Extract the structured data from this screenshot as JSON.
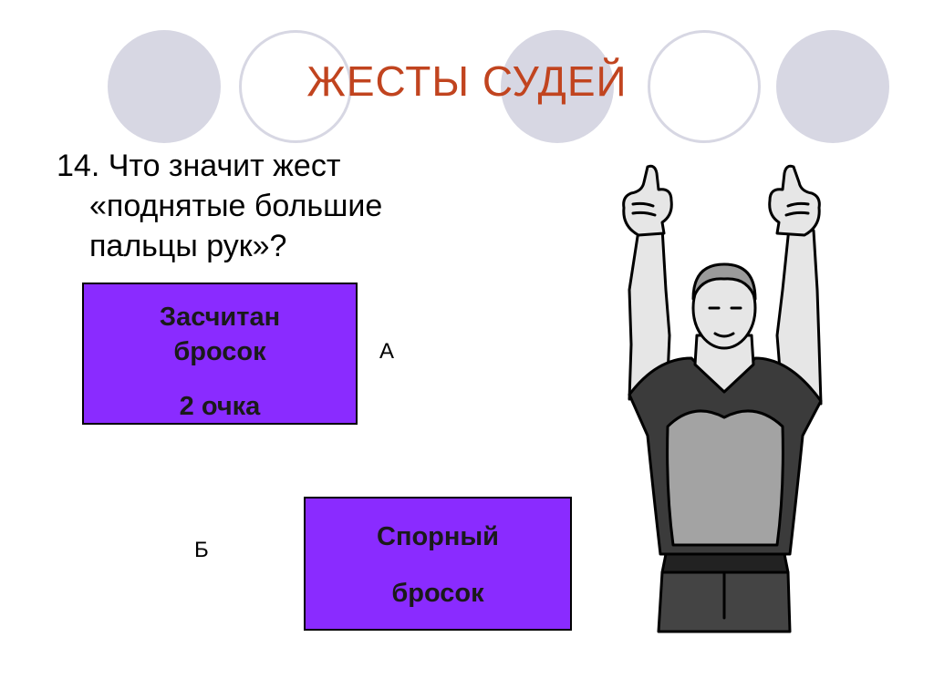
{
  "slide": {
    "title": "ЖЕСТЫ СУДЕЙ",
    "question": {
      "line1": "14. Что значит жест",
      "line2": "«поднятые большие",
      "line3": "пальцы рук»?"
    }
  },
  "options": {
    "a": {
      "letter": "А",
      "line1": "Засчитан",
      "line2": "бросок",
      "line3": "2 очка"
    },
    "b": {
      "letter": "Б",
      "line1": "Спорный",
      "line2": "бросок"
    }
  },
  "colors": {
    "title": "#c1441f",
    "answer_box": "#8a2bff",
    "decor_circle": "#d7d7e3"
  },
  "illustration": "referee-thumbs-up"
}
